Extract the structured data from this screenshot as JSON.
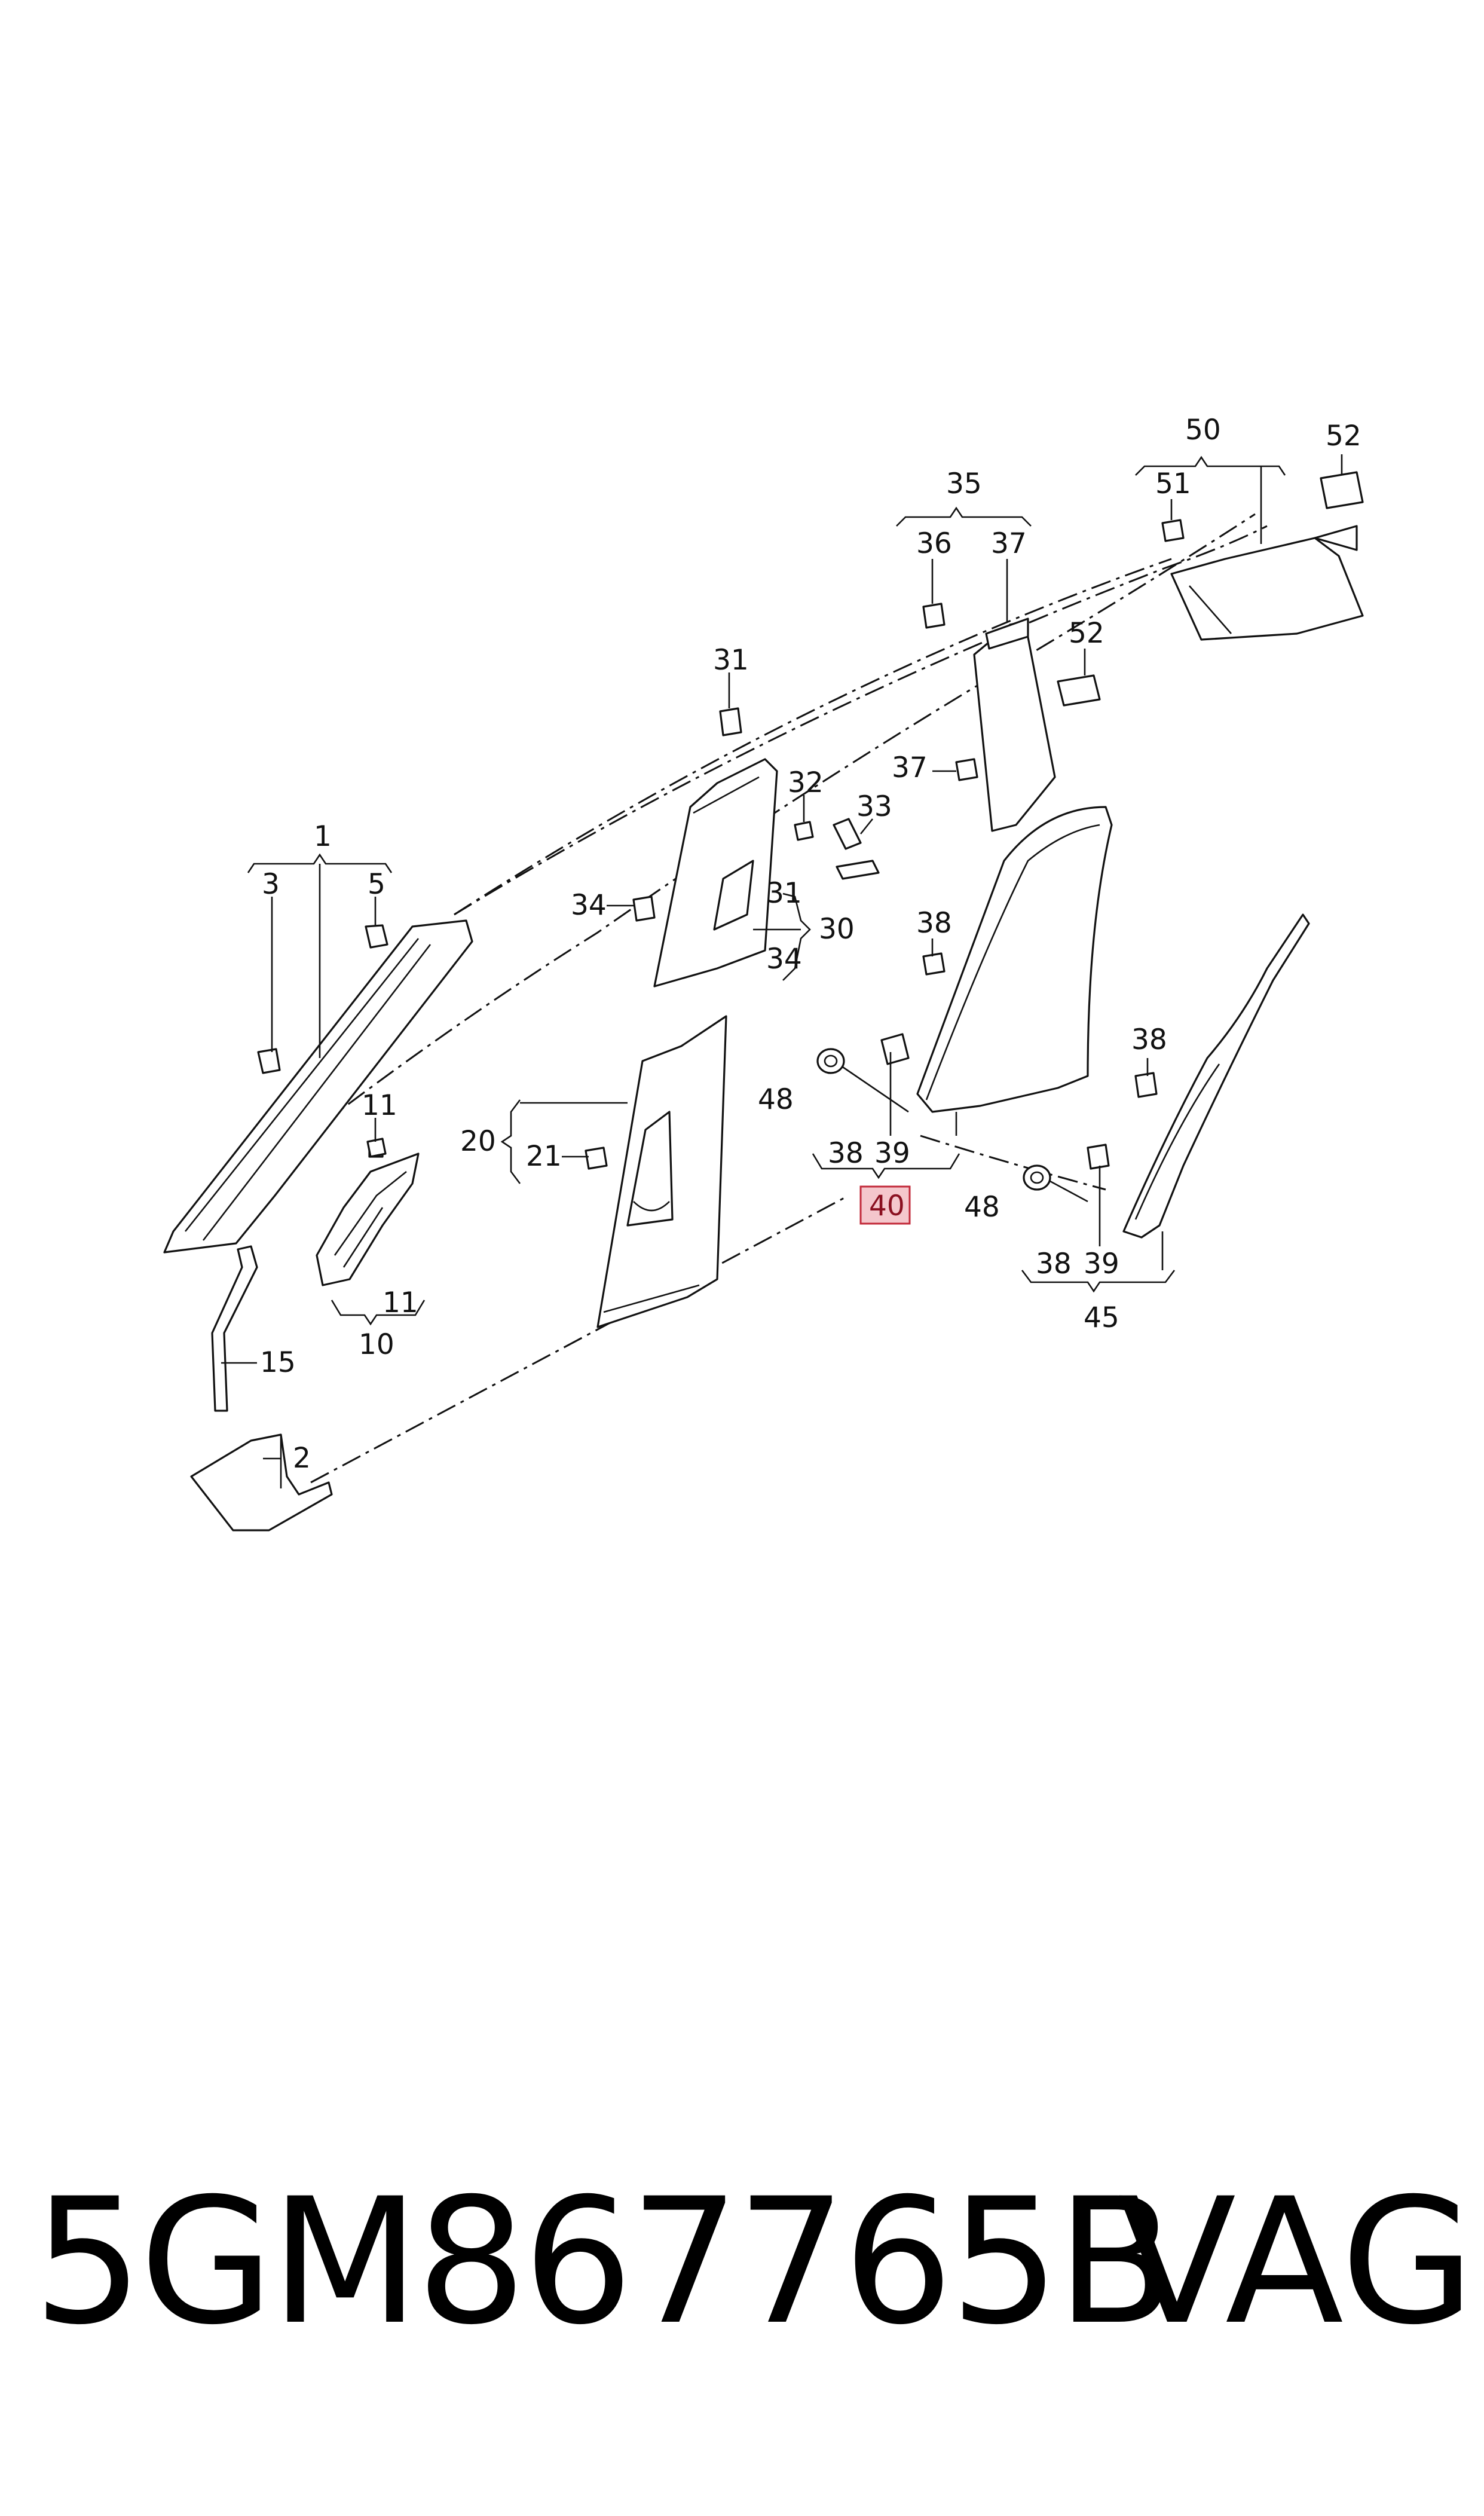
{
  "footer": {
    "part_number": "5GM867765B",
    "brand": "VAG"
  },
  "highlight": {
    "label": "40",
    "color": "#c22a3a",
    "fill": "#f4c7cc"
  },
  "callouts": {
    "c1": "1",
    "c3": "3",
    "c5": "5",
    "c11a": "11",
    "c11b": "11",
    "c10": "10",
    "c15": "15",
    "c2": "2",
    "c20": "20",
    "c21": "21",
    "c31a": "31",
    "c32": "32",
    "c33": "33",
    "c34a": "34",
    "c31b": "31",
    "c34b": "34",
    "c30": "30",
    "c35": "35",
    "c36": "36",
    "c37a": "37",
    "c37b": "37",
    "c52a": "52",
    "c50": "50",
    "c51": "51",
    "c52b": "52",
    "c38a": "38",
    "c48a": "48",
    "c38b": "38",
    "c39a": "39",
    "c38c": "38",
    "c48b": "48",
    "c38d": "38",
    "c39b": "39",
    "c45": "45"
  }
}
